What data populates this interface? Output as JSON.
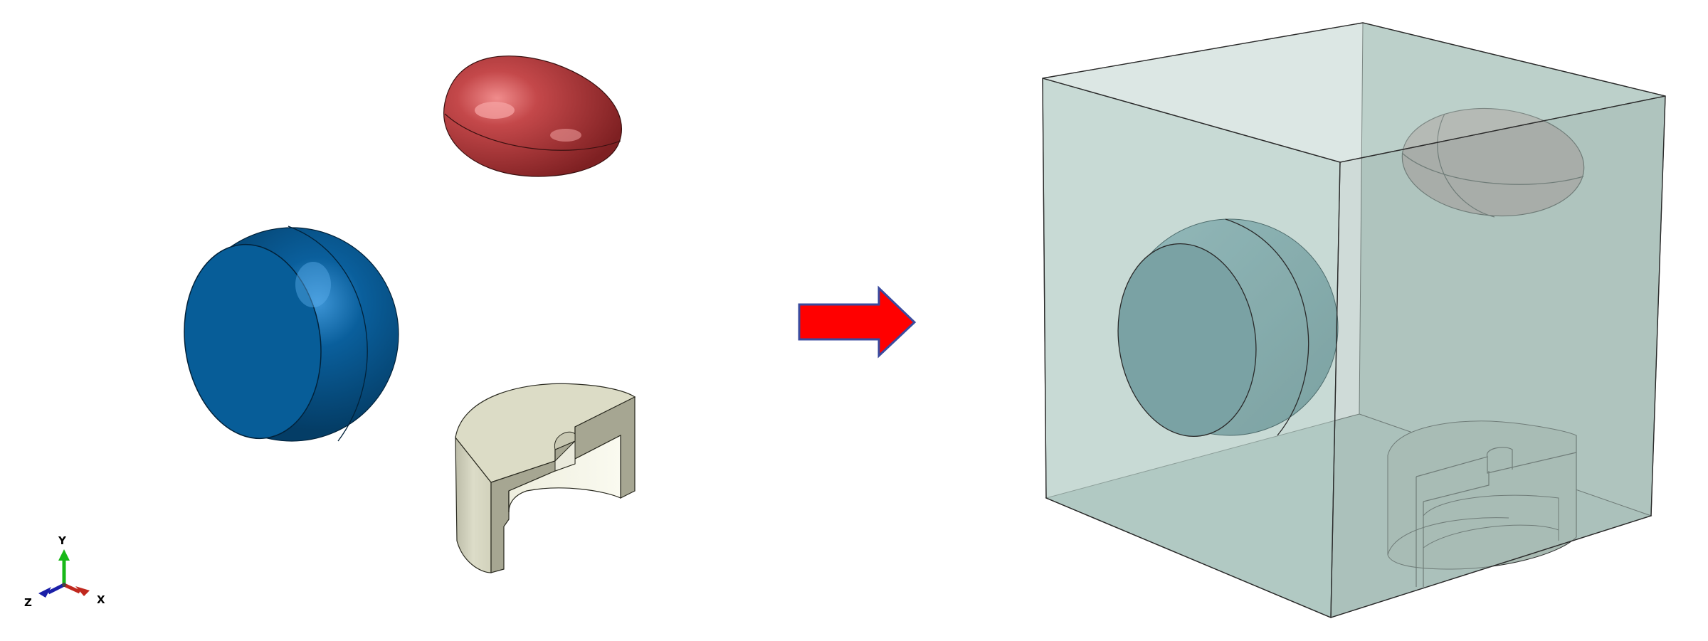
{
  "triad": {
    "labels": {
      "x": "X",
      "y": "Y",
      "z": "Z"
    },
    "colors": {
      "x": "#c0281e",
      "y": "#18b818",
      "z": "#1a1fa8"
    }
  },
  "parts": {
    "ellipsoid": {
      "color": "#b5383a",
      "highlight": "#f08c8c",
      "shadow": "#7e2022"
    },
    "sphere": {
      "color": "#075d98",
      "highlight": "#4da6e8",
      "shadow": "#043a63"
    },
    "cut_cylinder": {
      "color": "#dcdcc6",
      "side": "#a6a692",
      "dark": "#86867a"
    }
  },
  "arrow": {
    "fill": "#ff0000",
    "stroke": "#3a4a9e"
  },
  "matrix_box": {
    "front": "#b3ccc5",
    "right": "#a9bfb9",
    "top": "#c1d5cf",
    "edge": "#2a2a2a",
    "inclusion_sphere": "#7ca4a6",
    "inclusion_ellipsoid": "#a89996",
    "inclusion_cylinder": "#a8bab2"
  }
}
